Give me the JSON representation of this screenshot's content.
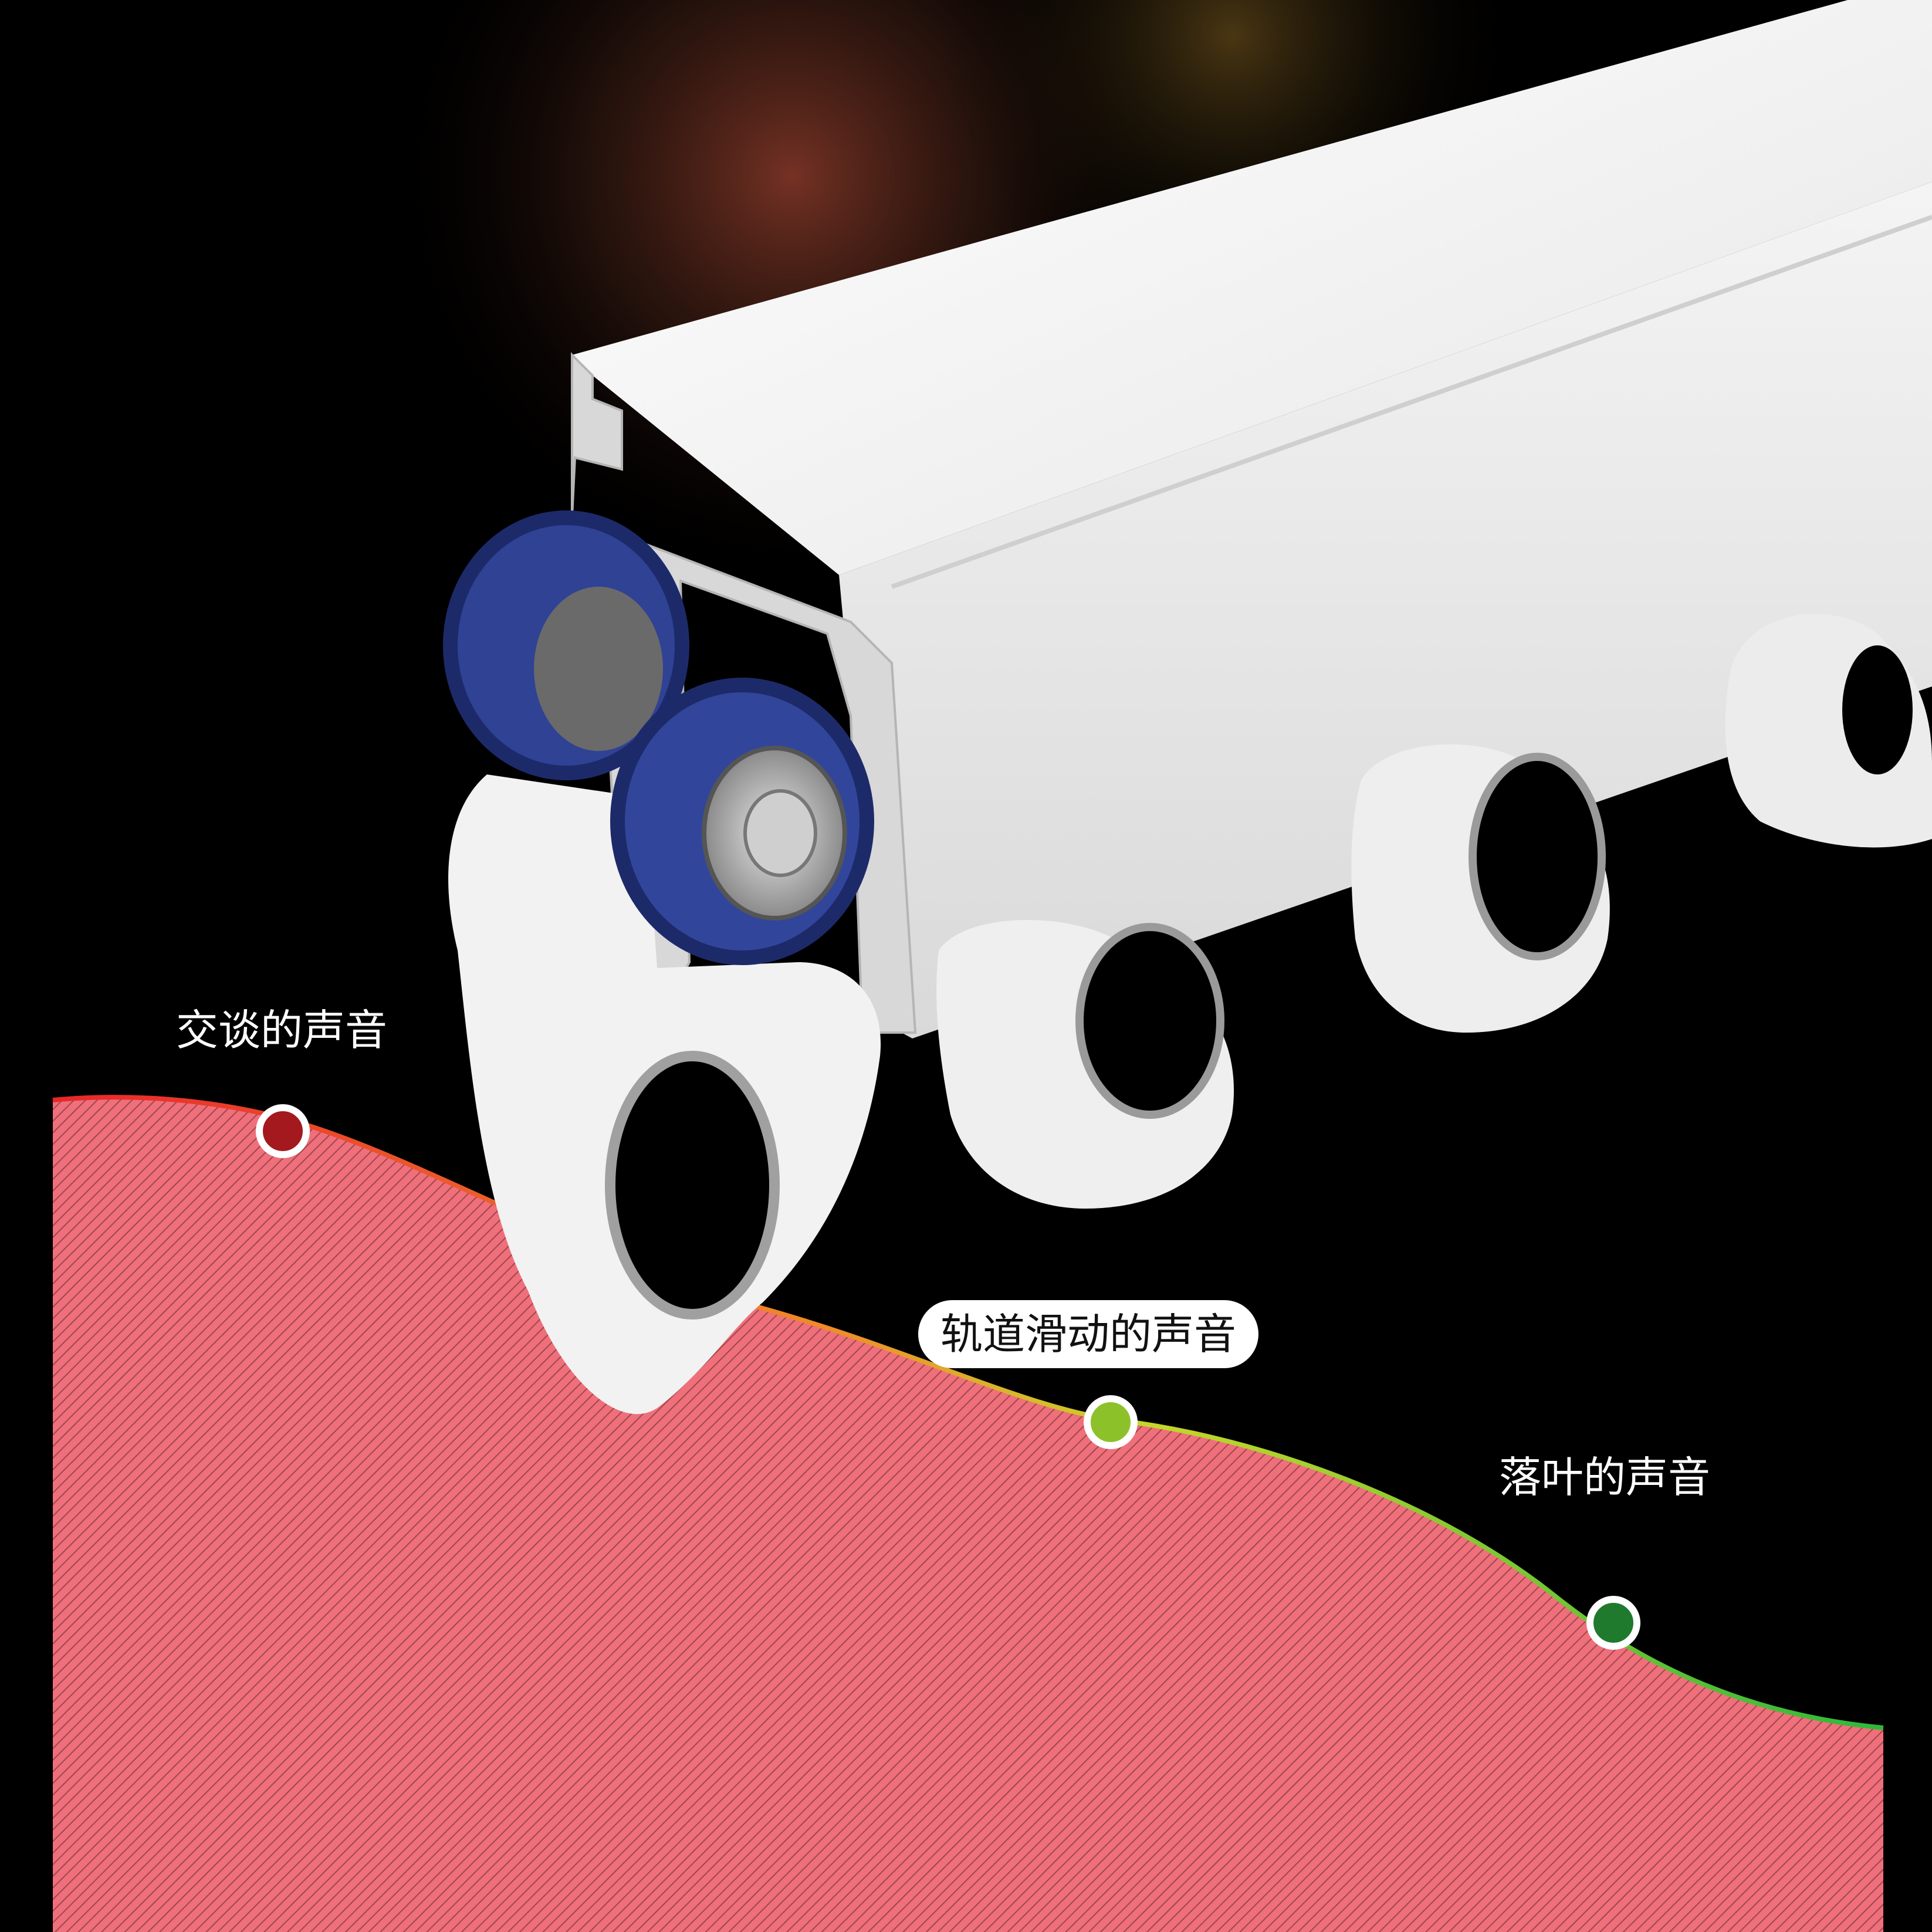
{
  "labels": {
    "talking_sound": "交谈的声音",
    "track_sliding_sound": "轨道滑动的声音",
    "falling_leaves_sound": "落叶的声音"
  },
  "markers": [
    {
      "name": "talking-marker",
      "color": "#a3191e"
    },
    {
      "name": "track-sliding-marker",
      "color": "#8dc12a"
    },
    {
      "name": "falling-leaves-marker",
      "color": "#1f7a2e"
    }
  ],
  "colors": {
    "background": "#000000",
    "curve_high": "#e8262a",
    "curve_mid": "#f2e25a",
    "curve_low": "#2db83a",
    "rail": "#f5f5f5",
    "wheel": "#2a3d8f",
    "hook": "#f0f0f0"
  }
}
